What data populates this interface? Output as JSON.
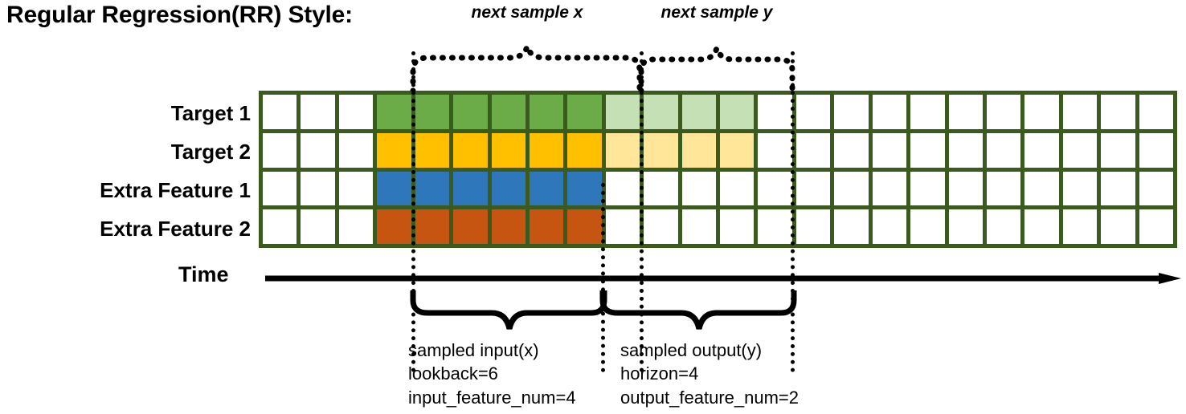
{
  "title": "Regular Regression(RR) Style:",
  "row_labels": [
    "Target 1",
    "Target 2",
    "Extra Feature 1",
    "Extra Feature 2"
  ],
  "time_axis": {
    "label": "Time",
    "arrow": "right-arrow-icon"
  },
  "top_braces": [
    {
      "label": "next sample x"
    },
    {
      "label": "next sample y"
    }
  ],
  "bottom_braces": [
    {
      "title": "sampled input(x)",
      "line2": "lookback=6",
      "line3": "input_feature_num=4"
    },
    {
      "title": "sampled output(y)",
      "line2": "horizon=4",
      "line3": "output_feature_num=2"
    }
  ],
  "grid": {
    "columns": 24,
    "rows": 4,
    "border_color": "#3A5A1E",
    "cells": [
      [
        "white",
        "white",
        "white",
        "green",
        "green",
        "green",
        "green",
        "green",
        "green",
        "greenlight",
        "greenlight",
        "greenlight",
        "greenlight",
        "white",
        "white",
        "white",
        "white",
        "white",
        "white",
        "white",
        "white",
        "white",
        "white",
        "white"
      ],
      [
        "white",
        "white",
        "white",
        "yellow",
        "yellow",
        "yellow",
        "yellow",
        "yellow",
        "yellow",
        "yellowlight",
        "yellowlight",
        "yellowlight",
        "yellowlight",
        "white",
        "white",
        "white",
        "white",
        "white",
        "white",
        "white",
        "white",
        "white",
        "white",
        "white"
      ],
      [
        "white",
        "white",
        "white",
        "blue",
        "blue",
        "blue",
        "blue",
        "blue",
        "blue",
        "white",
        "white",
        "white",
        "white",
        "white",
        "white",
        "white",
        "white",
        "white",
        "white",
        "white",
        "white",
        "white",
        "white",
        "white"
      ],
      [
        "white",
        "white",
        "white",
        "orange",
        "orange",
        "orange",
        "orange",
        "orange",
        "orange",
        "white",
        "white",
        "white",
        "white",
        "white",
        "white",
        "white",
        "white",
        "white",
        "white",
        "white",
        "white",
        "white",
        "white",
        "white"
      ]
    ]
  },
  "colors": {
    "green": "#6CAC48",
    "green_light": "#C5E0B4",
    "yellow": "#FFC000",
    "yellow_light": "#FFE699",
    "blue": "#2E77BB",
    "orange": "#C55511",
    "grid_border": "#3A5A1E",
    "ink": "#000000"
  }
}
